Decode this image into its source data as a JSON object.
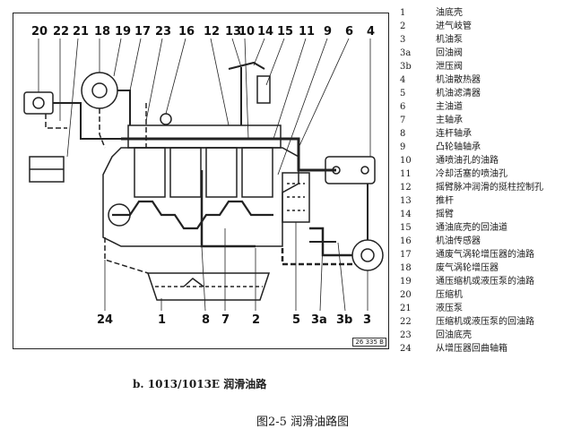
{
  "diagram": {
    "callouts": [
      "20",
      "22",
      "21",
      "18",
      "19",
      "17",
      "23",
      "16",
      "12",
      "13",
      "10",
      "14",
      "15",
      "11",
      "9",
      "6",
      "4",
      "24",
      "1",
      "8",
      "7",
      "2",
      "5",
      "3a",
      "3b",
      "3"
    ],
    "reference": "26 335 B"
  },
  "legend": [
    {
      "key": "1",
      "text": "油底壳"
    },
    {
      "key": "2",
      "text": "进气岐管"
    },
    {
      "key": "3",
      "text": "机油泵"
    },
    {
      "key": "3a",
      "text": "回油阀"
    },
    {
      "key": "3b",
      "text": "泄压阀"
    },
    {
      "key": "4",
      "text": "机油散热器"
    },
    {
      "key": "5",
      "text": "机油滤清器"
    },
    {
      "key": "6",
      "text": "主油道"
    },
    {
      "key": "7",
      "text": "主轴承"
    },
    {
      "key": "8",
      "text": "连杆轴承"
    },
    {
      "key": "9",
      "text": "凸轮轴轴承"
    },
    {
      "key": "10",
      "text": "通喷油孔的油路"
    },
    {
      "key": "11",
      "text": "冷却活塞的喷油孔"
    },
    {
      "key": "12",
      "text": "摇臂脉冲润滑的挺柱控制孔"
    },
    {
      "key": "13",
      "text": "推杆"
    },
    {
      "key": "14",
      "text": "摇臂"
    },
    {
      "key": "15",
      "text": "通油底壳的回油道"
    },
    {
      "key": "16",
      "text": "机油传感器"
    },
    {
      "key": "17",
      "text": "通废气涡轮增压器的油路"
    },
    {
      "key": "18",
      "text": "废气涡轮增压器"
    },
    {
      "key": "19",
      "text": "通压缩机或液压泵的油路"
    },
    {
      "key": "20",
      "text": "压缩机"
    },
    {
      "key": "21",
      "text": "液压泵"
    },
    {
      "key": "22",
      "text": "压缩机或液压泵的回油路"
    },
    {
      "key": "23",
      "text": "回油底壳"
    },
    {
      "key": "24",
      "text": "从增压器回曲轴箱"
    }
  ],
  "caption": {
    "sub": "b. 1013/1013E 润滑油路",
    "figure": "图2-5 润滑油路图"
  }
}
